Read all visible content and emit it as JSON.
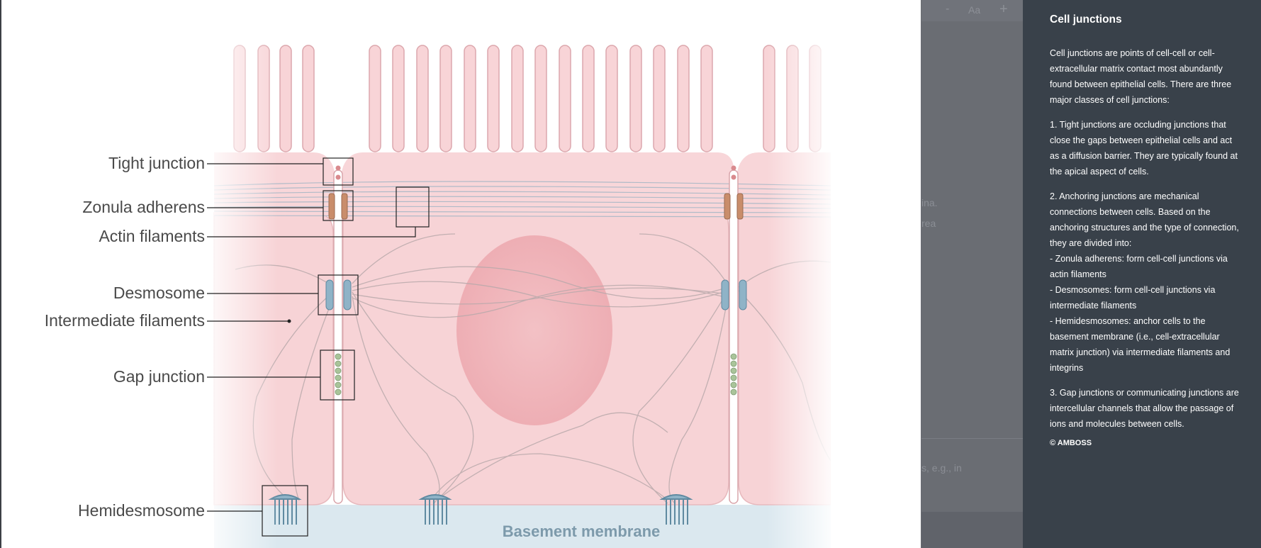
{
  "background": {
    "toolbar": {
      "minus": "-",
      "font_size": "Aa",
      "plus": "+"
    },
    "partial_texts": [
      "ina.",
      "rea",
      "s, e.g., in"
    ]
  },
  "figure": {
    "labels": {
      "tight_junction": "Tight junction",
      "zonula_adherens": "Zonula adherens",
      "actin_filaments": "Actin filaments",
      "desmosome": "Desmosome",
      "intermediate_filaments": "Intermediate filaments",
      "gap_junction": "Gap junction",
      "hemidesmosome": "Hemidesmosome",
      "basement_membrane": "Basement membrane"
    }
  },
  "sidebar": {
    "title": "Cell junctions",
    "intro": "Cell junctions are points of cell-cell or cell-extracellular matrix contact most abundantly found between epithelial cells. There are three major classes of cell junctions:",
    "point1": "1. Tight junctions are occluding junctions that close the gaps between epithelial cells and act as a diffusion barrier. They are typically found at the apical aspect of cells.",
    "point2_intro": "2. Anchoring junctions are mechanical connections between cells. Based on the anchoring structures and the type of connection, they are divided into:",
    "point2_a": "- Zonula adherens: form cell-cell junctions via actin filaments",
    "point2_b": "- Desmosomes: form cell-cell junctions via intermediate filaments",
    "point2_c": "- Hemidesmosomes: anchor cells to the basement membrane (i.e., cell-extracellular matrix junction) via intermediate filaments and integrins",
    "point3": "3. Gap junctions or communicating junctions are intercellular channels that allow the passage of ions and molecules between cells.",
    "copyright": "© AMBOSS"
  },
  "colors": {
    "sidebar_bg": "#39414a",
    "cell_fill": "#f7d3d6",
    "nucleus": "#f0b7bc",
    "basement_membrane": "#d7e6ee",
    "desmosome": "#8fb3c7",
    "gap_junction": "#a9c49a",
    "zonula_adherens": "#c98d6b"
  }
}
